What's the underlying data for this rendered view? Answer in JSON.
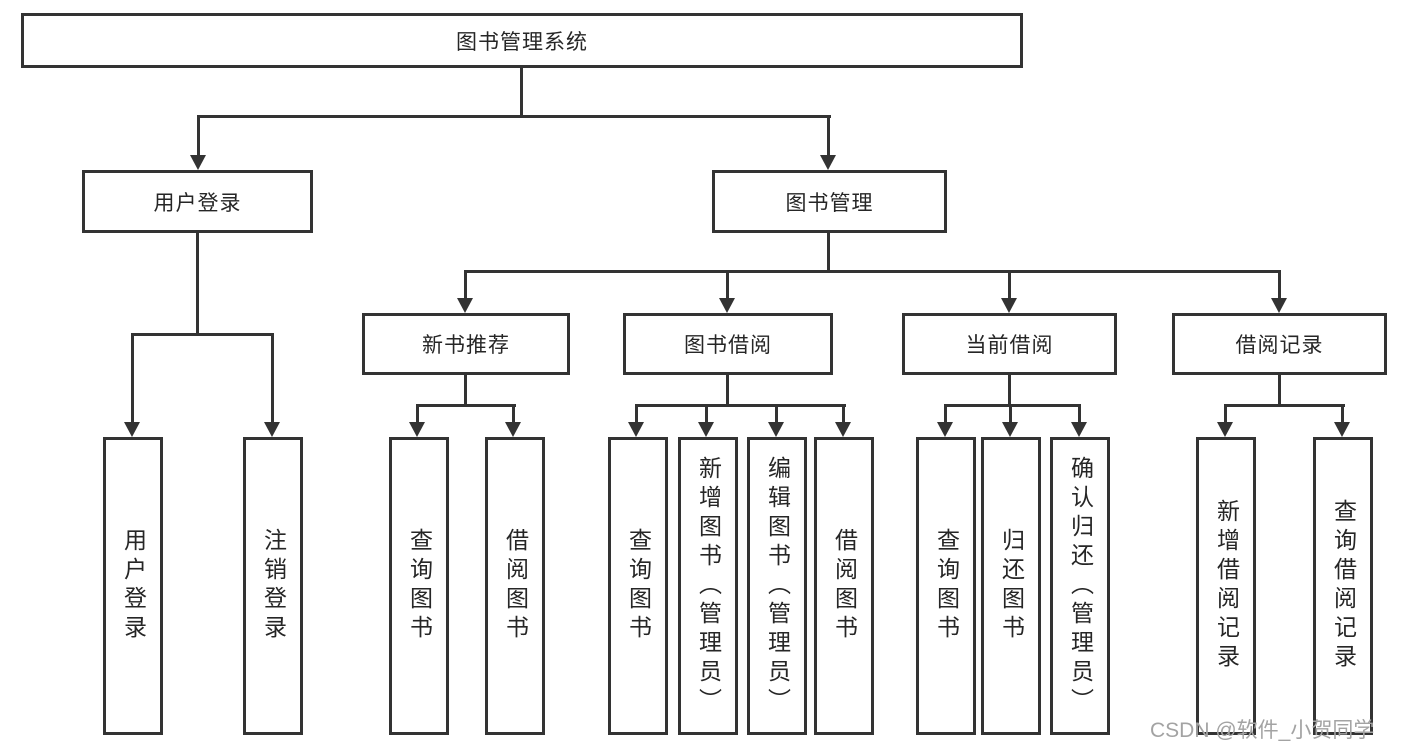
{
  "tree": {
    "root": "图书管理系统",
    "children": [
      {
        "label": "用户登录",
        "children": [
          "用户登录",
          "注销登录"
        ]
      },
      {
        "label": "图书管理",
        "children": [
          {
            "label": "新书推荐",
            "children": [
              "查询图书",
              "借阅图书"
            ]
          },
          {
            "label": "图书借阅",
            "children": [
              "查询图书",
              "新增图书（管理员）",
              "编辑图书（管理员）",
              "借阅图书"
            ]
          },
          {
            "label": "当前借阅",
            "children": [
              "查询图书",
              "归还图书",
              "确认归还（管理员）"
            ]
          },
          {
            "label": "借阅记录",
            "children": [
              "新增借阅记录",
              "查询借阅记录"
            ]
          }
        ]
      }
    ]
  },
  "watermark": "CSDN @软件_小贺同学",
  "colors": {
    "line": "#333333",
    "text": "#262626",
    "box_fill": "#ffffff",
    "background": "#ffffff",
    "watermark": "#a3a3a3"
  }
}
